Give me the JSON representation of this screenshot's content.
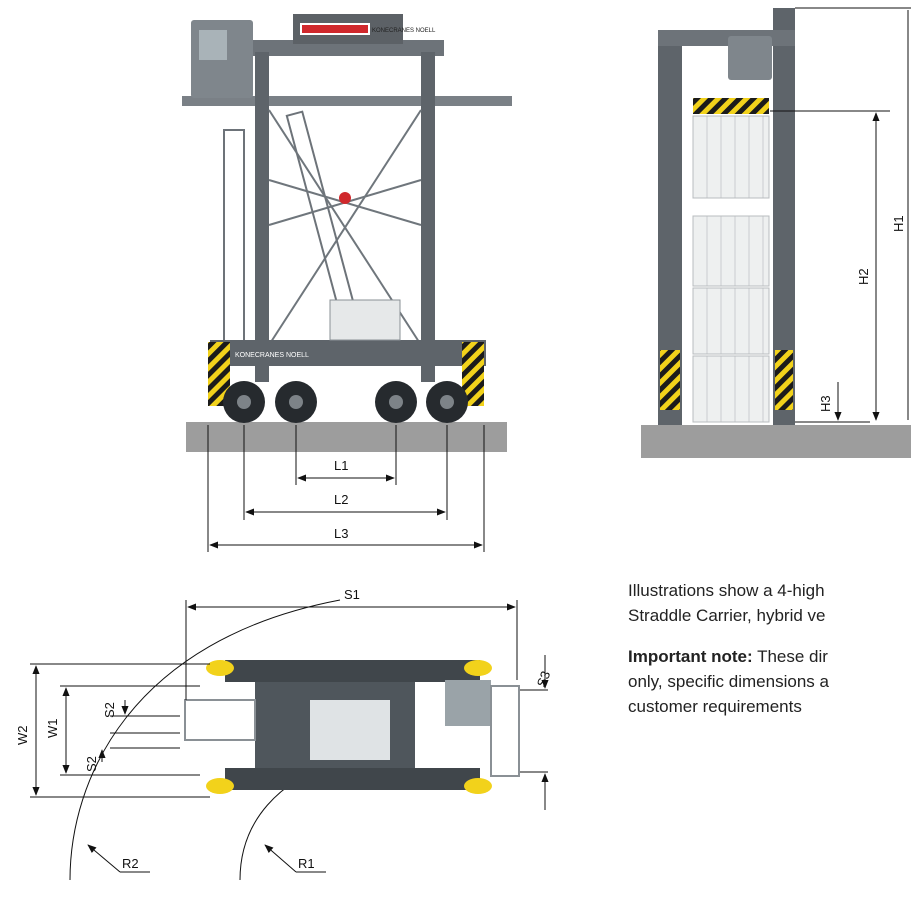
{
  "labels": {
    "L1": "L1",
    "L2": "L2",
    "L3": "L3",
    "H1": "H1",
    "H2": "H2",
    "H3": "H3",
    "S1": "S1",
    "S2": "S2",
    "S3": "S3",
    "W1": "W1",
    "W2": "W2",
    "R1": "R1",
    "R2": "R2"
  },
  "brand": {
    "cabin_text": "KONECRANES NOELL",
    "chassis_text": "KONECRANES NOELL"
  },
  "caption": {
    "line1": "Illustrations show a 4-high",
    "line2": "Straddle Carrier, hybrid ve",
    "note_bold": "Important note:",
    "note_rest1": " These dir",
    "note_line2": "only, specific dimensions a",
    "note_line3": "customer requirements"
  },
  "colors": {
    "steel": "#6d7379",
    "steel_dark": "#3c4247",
    "ground": "#9a9a9a",
    "hazard_yellow": "#f2d21b",
    "accent_red": "#d0282c",
    "tire": "#262a2e"
  }
}
